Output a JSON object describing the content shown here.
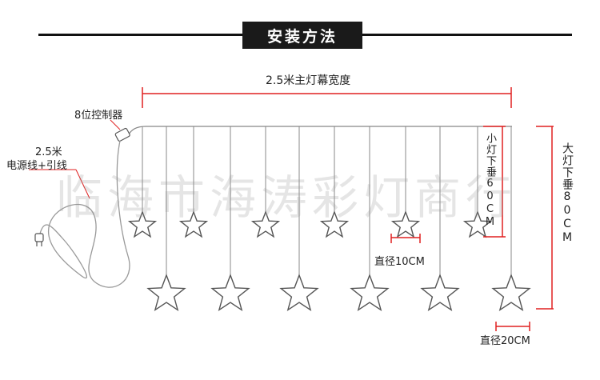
{
  "title": "安装方法",
  "labels": {
    "main_width": "2.5米主灯幕宽度",
    "controller": "8位控制器",
    "power_length": "2.5米",
    "power_line": "电源线+引线",
    "small_drop": "小灯下垂60CM",
    "large_drop": "大灯下垂80CM",
    "small_diameter": "直径10CM",
    "large_diameter": "直径20CM"
  },
  "watermark": "临海市海涛彩灯商行",
  "colors": {
    "dimension_red": "#e02020",
    "line_gray": "#777777",
    "title_bg": "#1a1a1a"
  }
}
